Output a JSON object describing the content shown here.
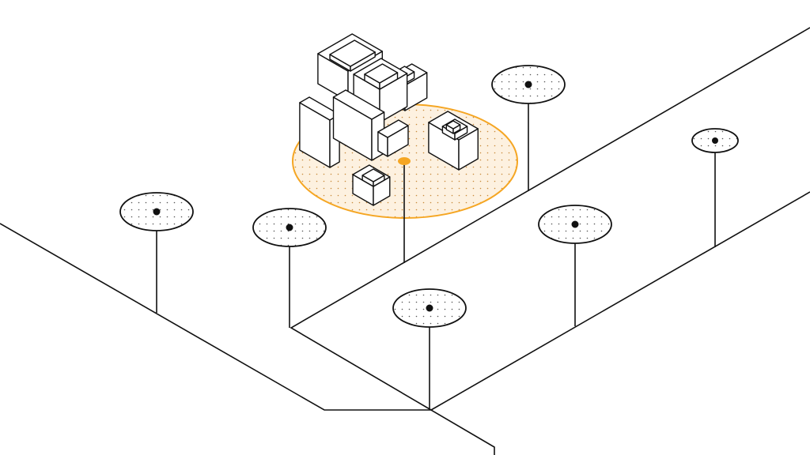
{
  "colors": {
    "line": "#111111",
    "accent": "#f5a623",
    "accent_fill": "#fdf1e0",
    "node_fill": "#ffffff",
    "dot": "#555555"
  },
  "network": {
    "nodes": [
      {
        "id": "n1",
        "size": "large"
      },
      {
        "id": "n2",
        "size": "large"
      },
      {
        "id": "n3",
        "size": "large"
      },
      {
        "id": "n4",
        "size": "large"
      },
      {
        "id": "n5",
        "size": "large"
      },
      {
        "id": "n6",
        "size": "small"
      },
      {
        "id": "hub",
        "size": "highlight"
      }
    ]
  }
}
